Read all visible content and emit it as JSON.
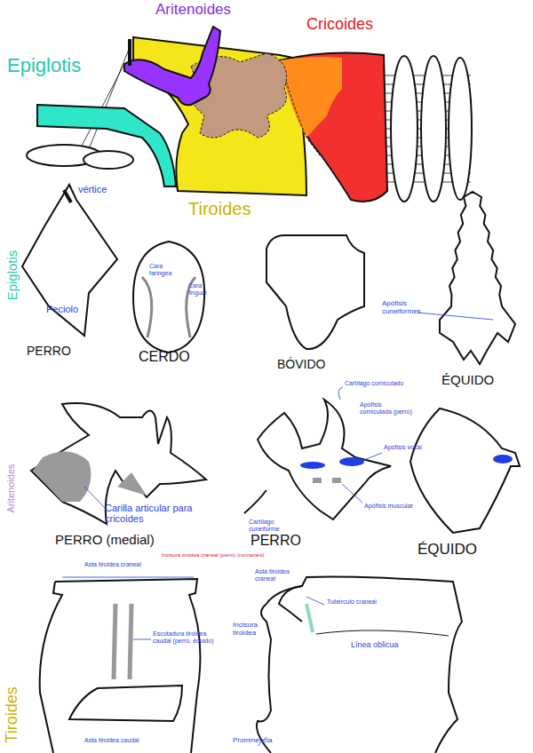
{
  "diagram": {
    "labels": [
      "Aritenoides",
      "Cricoides",
      "Epiglotis",
      "Tiroides",
      "vértice",
      "Epiglotis",
      "Peciolo",
      "PERRO",
      "Cara faringea",
      "Cara lingual",
      "CERDO",
      "BÓVIDO",
      "Apófisis cuneiformes",
      "ÉQUIDO",
      "Aritenoides",
      "Carilla articular para cricoides",
      "PERRO (medial)",
      "Cartílago corniculado",
      "Apófisis corniculada (perro)",
      "Apófisis vocal",
      "Cartílago cuneiforme",
      "Apófisis muscular",
      "PERRO",
      "ÉQUIDO",
      "Asta tiroidea craneal",
      "Incisura tiroidea craneal (perro) (rumiantes)",
      "Escotadura tiroidea caudal (perro, équido)",
      "Asta tiroidea caudal",
      "Asta tiroidea craneal",
      "Tubérculo craneal",
      "Incisura tiroidea",
      "Línea oblicua",
      "Prominencia",
      "Tiroides"
    ]
  }
}
